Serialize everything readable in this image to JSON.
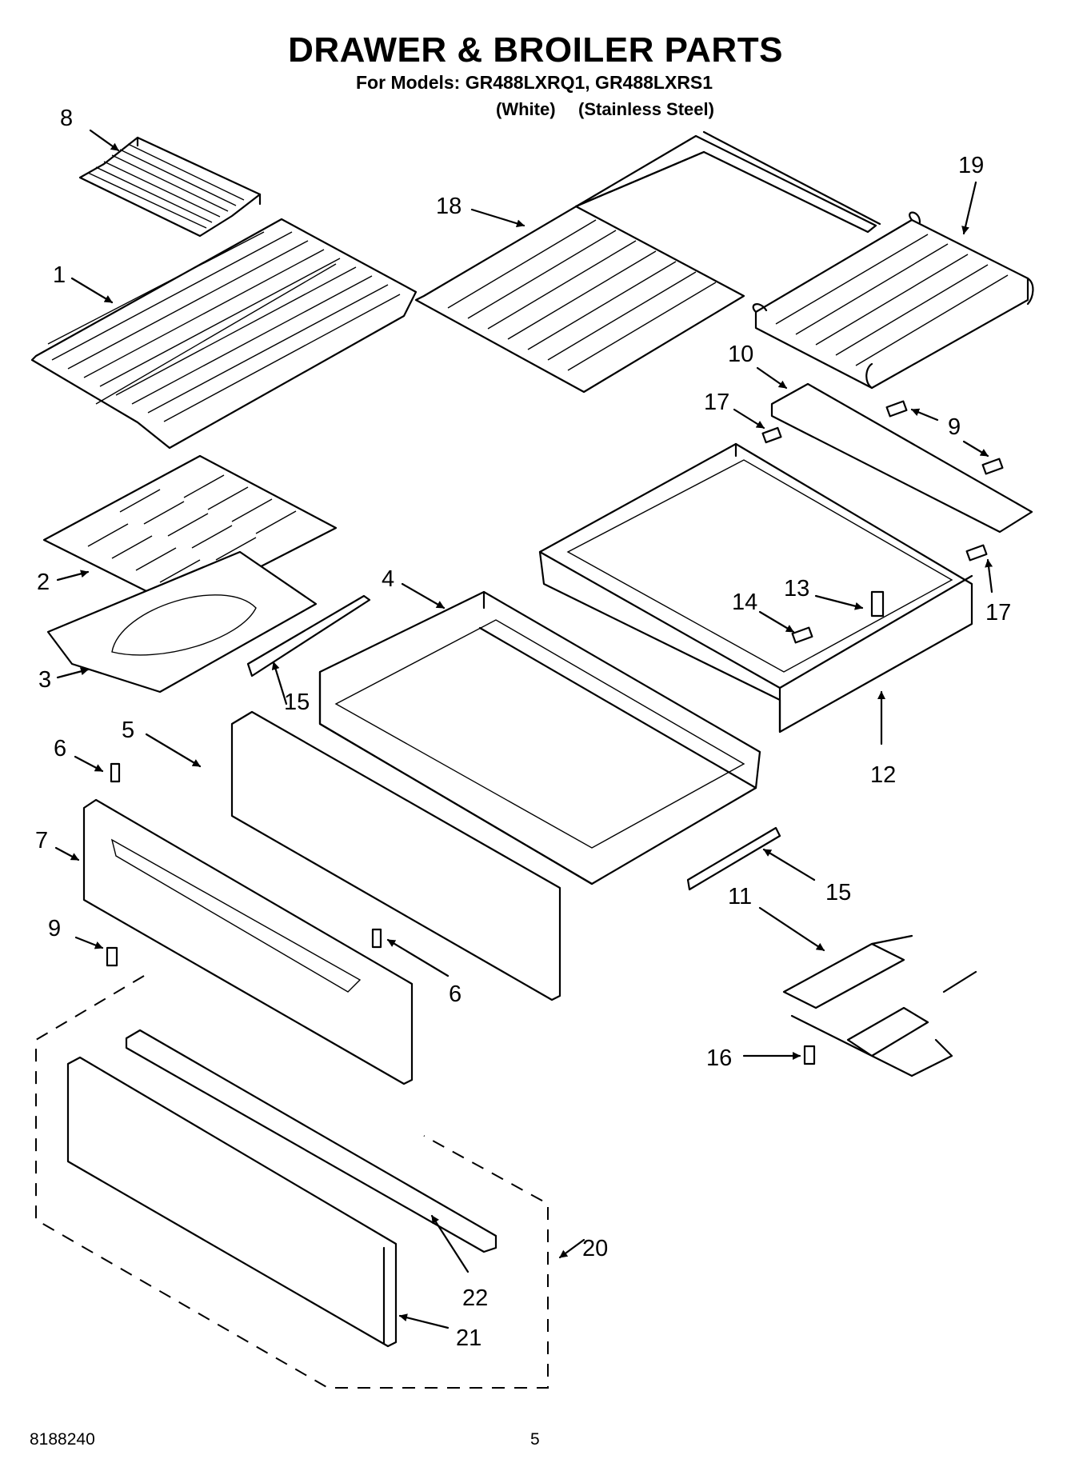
{
  "header": {
    "title": "DRAWER & BROILER PARTS",
    "subtitle": "For Models: GR488LXRQ1, GR488LXRS1",
    "variant_1": "(White)",
    "variant_2": "(Stainless Steel)"
  },
  "callouts": [
    {
      "id": "c8",
      "label": "8"
    },
    {
      "id": "c1",
      "label": "1"
    },
    {
      "id": "c18",
      "label": "18"
    },
    {
      "id": "c19",
      "label": "19"
    },
    {
      "id": "c10",
      "label": "10"
    },
    {
      "id": "c17a",
      "label": "17"
    },
    {
      "id": "c9a",
      "label": "9"
    },
    {
      "id": "c2",
      "label": "2"
    },
    {
      "id": "c3",
      "label": "3"
    },
    {
      "id": "c4",
      "label": "4"
    },
    {
      "id": "c13",
      "label": "13"
    },
    {
      "id": "c14",
      "label": "14"
    },
    {
      "id": "c17b",
      "label": "17"
    },
    {
      "id": "c15a",
      "label": "15"
    },
    {
      "id": "c5",
      "label": "5"
    },
    {
      "id": "c6a",
      "label": "6"
    },
    {
      "id": "c12",
      "label": "12"
    },
    {
      "id": "c7",
      "label": "7"
    },
    {
      "id": "c15b",
      "label": "15"
    },
    {
      "id": "c11",
      "label": "11"
    },
    {
      "id": "c9b",
      "label": "9"
    },
    {
      "id": "c6b",
      "label": "6"
    },
    {
      "id": "c16",
      "label": "16"
    },
    {
      "id": "c20",
      "label": "20"
    },
    {
      "id": "c22",
      "label": "22"
    },
    {
      "id": "c21",
      "label": "21"
    }
  ],
  "footer": {
    "part_number": "8188240",
    "page_number": "5"
  }
}
